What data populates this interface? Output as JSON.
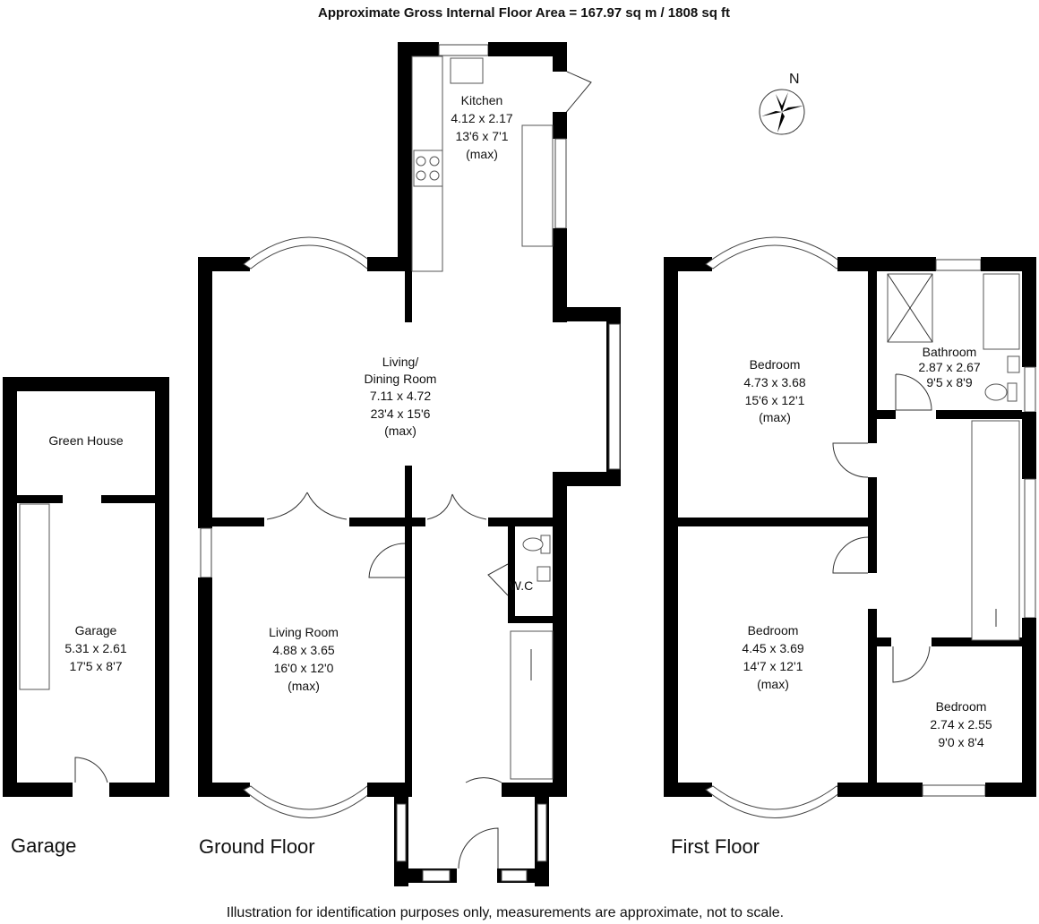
{
  "header": "Approximate Gross Internal Floor Area  = 167.97 sq m  / 1808 sq ft",
  "footer": "Illustration for identification purposes only, measurements are approximate, not to scale.",
  "compass": "N",
  "floors": {
    "garage": "Garage",
    "ground": "Ground Floor",
    "first": "First Floor"
  },
  "rooms": {
    "green_house": {
      "name": "Green House"
    },
    "garage": {
      "name": "Garage",
      "metric": "5.31 x 2.61",
      "imperial": "17'5 x 8'7"
    },
    "kitchen": {
      "name": "Kitchen",
      "metric": "4.12 x 2.17",
      "imperial": "13'6 x 7'1",
      "note": "(max)"
    },
    "living_dining": {
      "name1": "Living/",
      "name2": "Dining Room",
      "metric": "7.11 x 4.72",
      "imperial": "23'4 x 15'6",
      "note": "(max)"
    },
    "living_room": {
      "name": "Living Room",
      "metric": "4.88 x 3.65",
      "imperial": "16'0 x 12'0",
      "note": "(max)"
    },
    "wc": {
      "name": "W.C"
    },
    "bedroom1": {
      "name": "Bedroom",
      "metric": "4.73 x 3.68",
      "imperial": "15'6 x 12'1",
      "note": "(max)"
    },
    "bathroom": {
      "name": "Bathroom",
      "metric": "2.87 x 2.67",
      "imperial": "9'5 x 8'9"
    },
    "bedroom2": {
      "name": "Bedroom",
      "metric": "4.45 x 3.69",
      "imperial": "14'7 x 12'1",
      "note": "(max)"
    },
    "bedroom3": {
      "name": "Bedroom",
      "metric": "2.74 x 2.55",
      "imperial": "9'0 x 8'4"
    }
  }
}
